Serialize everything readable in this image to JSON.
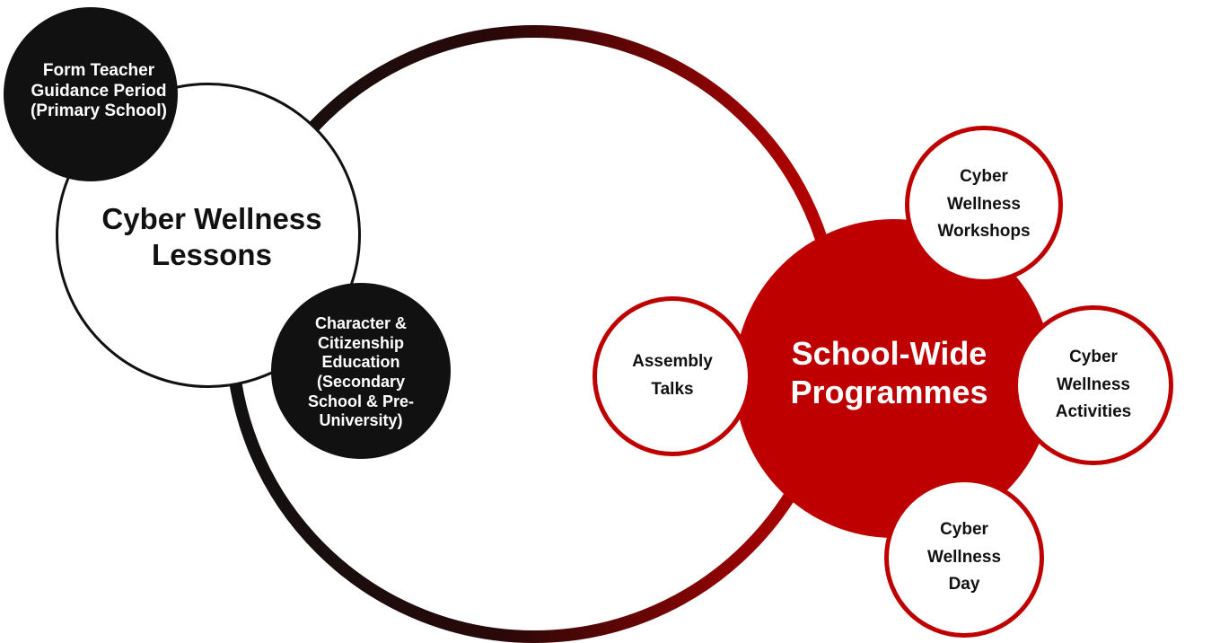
{
  "colors": {
    "black": "#111111",
    "red": "#bf0000",
    "white": "#ffffff"
  },
  "nodes": {
    "lessons": "Cyber Wellness\nLessons",
    "form_teacher": "Form Teacher\nGuidance Period\n(Primary School)",
    "character": "Character &\nCitizenship\nEducation\n(Secondary\nSchool & Pre-\nUniversity)",
    "school_wide": "School-Wide\nProgrammes",
    "workshops": "Cyber\nWellness\nWorkshops",
    "activities": "Cyber\nWellness\nActivities",
    "day": "Cyber\nWellness\nDay",
    "assembly": "Assembly\nTalks"
  }
}
